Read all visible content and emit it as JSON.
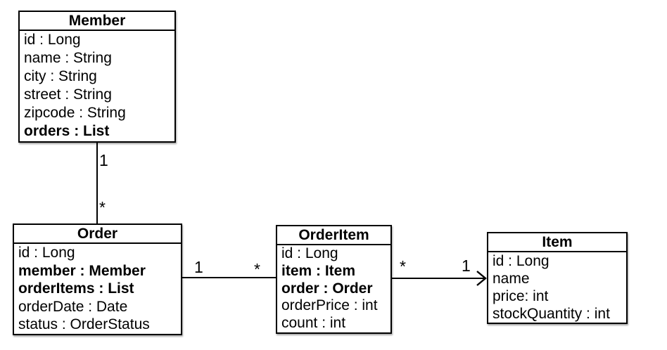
{
  "diagram": {
    "background": "#ffffff",
    "line_color": "#000000",
    "text_color": "#000000",
    "classes": {
      "member": {
        "name": "Member",
        "attributes": [
          "id : Long",
          "name : String",
          "city : String",
          "street : String",
          "zipcode : String",
          "orders : List"
        ]
      },
      "order": {
        "name": "Order",
        "attributes": [
          "id : Long",
          "member : Member",
          "orderItems : List",
          "orderDate : Date",
          "status : OrderStatus"
        ]
      },
      "orderItem": {
        "name": "OrderItem",
        "attributes": [
          "id : Long",
          "item : Item",
          "order : Order",
          "orderPrice : int",
          "count : int"
        ]
      },
      "item": {
        "name": "Item",
        "attributes": [
          "id : Long",
          "name",
          "price: int",
          "stockQuantity : int"
        ]
      }
    },
    "relations": {
      "member_order": {
        "from": "Member",
        "to": "Order",
        "from_label": "1",
        "to_label": "*",
        "style": "plain-line"
      },
      "order_orderItem": {
        "from": "Order",
        "to": "OrderItem",
        "from_label": "1",
        "to_label": "*",
        "style": "plain-line"
      },
      "orderItem_item": {
        "from": "OrderItem",
        "to": "Item",
        "from_label": "*",
        "to_label": "1",
        "style": "open-arrow"
      }
    }
  }
}
